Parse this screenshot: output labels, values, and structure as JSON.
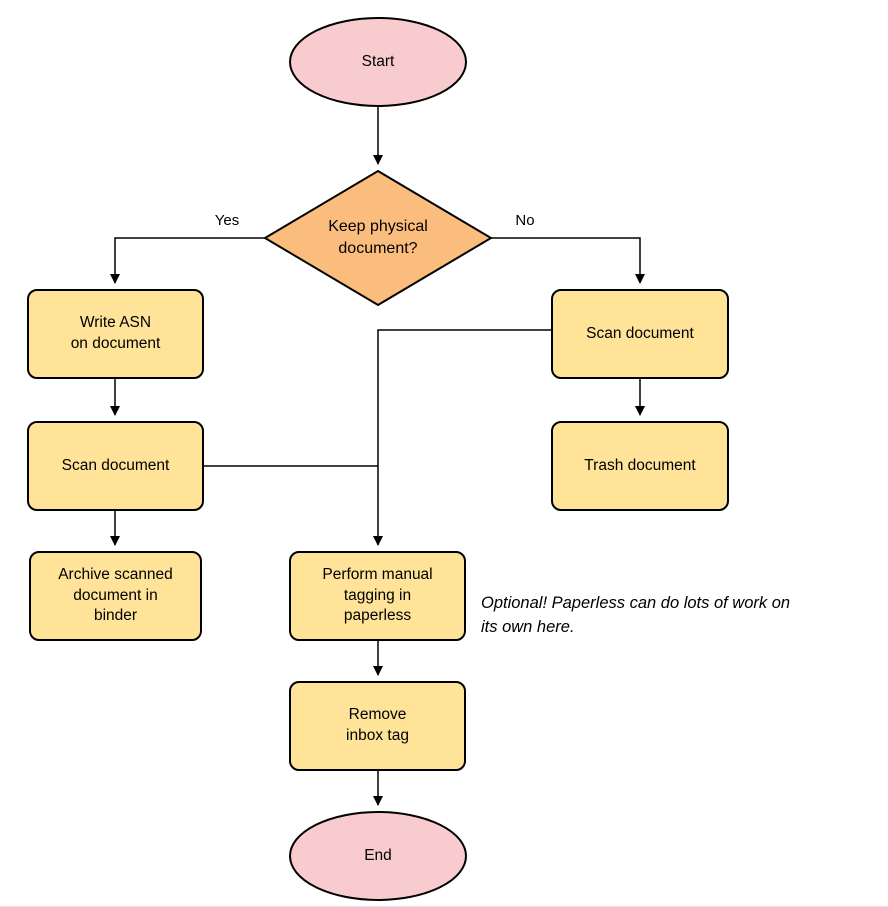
{
  "diagram": {
    "nodes": {
      "start": {
        "label": "Start",
        "type": "terminator"
      },
      "decision": {
        "label": "Keep physical\ndocument?",
        "type": "decision"
      },
      "write_asn": {
        "label": "Write ASN\non document",
        "type": "process"
      },
      "scan_left": {
        "label": "Scan document",
        "type": "process"
      },
      "archive": {
        "label": "Archive scanned\ndocument in\nbinder",
        "type": "process"
      },
      "scan_right": {
        "label": "Scan document",
        "type": "process"
      },
      "trash": {
        "label": "Trash document",
        "type": "process"
      },
      "tagging": {
        "label": "Perform manual\ntagging in\npaperless",
        "type": "process"
      },
      "remove_inbox": {
        "label": "Remove\ninbox tag",
        "type": "process"
      },
      "end": {
        "label": "End",
        "type": "terminator"
      }
    },
    "edges": {
      "yes_label": "Yes",
      "no_label": "No"
    },
    "annotation": "Optional! Paperless can do lots of work on\nits own here.",
    "colors": {
      "terminator_fill": "#F8CCCE",
      "decision_fill": "#FABD7E",
      "process_fill": "#FFE399",
      "stroke": "#000000"
    }
  }
}
